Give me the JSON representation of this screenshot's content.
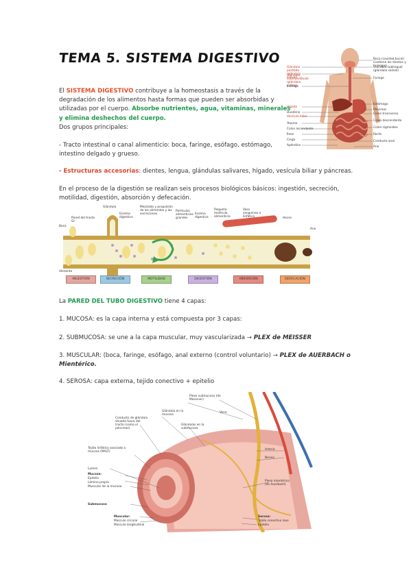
{
  "title": "TEMA 5. SISTEMA DIGESTIVO",
  "intro": {
    "p1_a": "El ",
    "p1_b": "SISTEMA DIGESTIVO",
    "p1_c": " contribuye a la homeostasis a través de la degradación de los alimentos hasta formas que pueden ser absorbidas y utilizadas por el cuerpo. ",
    "p1_d": "Absorbe nutrientes, agua, vitaminas, minerales y elimina deshechos del cuerpo.",
    "groups": "Dos grupos principales:",
    "g1": "- Tracto intestinal o canal alimenticio: boca, faringe, esófago, estómago, intestino delgado y grueso.",
    "g2_a": "- Estructuras accesorias",
    "g2_b": ": dientes, lengua, glándulas salivares, hígado, vesícula biliar y páncreas.",
    "proc": "En el proceso de la digestión se realizan seis procesos biológicos básicos: ingestión, secreción, motilidad, digestión, absorción y defecación."
  },
  "wall": {
    "a": "La ",
    "b": "PARED DEL TUBO DIGESTIVO",
    "c": " tiene 4 capas:",
    "l1": "1. MUCOSA: es la capa interna y está compuesta por 3 capas:",
    "l2_a": "2. SUBMUCOSA: se une a la capa muscular, muy vascularizada → ",
    "l2_b": "PLEX de MEISSER",
    "l3_a": "3. MUSCULAR: (boca, faringe, esófago, anal externo (control voluntario) → ",
    "l3_b": "PLEX de AUERBACH o Mientérico.",
    "l4": "4. SEROSA: capa externa, tejido conectivo + epitelio"
  },
  "process_diagram": {
    "labels_top": [
      "Boca",
      "Pared del tracto GI",
      "Glándula",
      "Enzima digestiva",
      "Mezclado y propulsión de los alimentos y las secreciones",
      "Partículas alimenticias grandes",
      "Enzima digestiva",
      "Pequeña molécula alimenticia",
      "Vaso sanguíneo o linfático",
      "Heces",
      "Ano"
    ],
    "label_food": "Alimento",
    "boxes": [
      {
        "label": "INGESTIÓN",
        "color": "#e7a6a0"
      },
      {
        "label": "SECRECIÓN",
        "color": "#9cc9e3"
      },
      {
        "label": "MOTILIDAD",
        "color": "#a8d08d"
      },
      {
        "label": "DIGESTIÓN",
        "color": "#c9b2df"
      },
      {
        "label": "ABSORCIÓN",
        "color": "#e58a7f"
      },
      {
        "label": "DEFECACIÓN",
        "color": "#f0a36a"
      }
    ]
  },
  "body_labels": {
    "right": [
      "Boca (cavidad bucal) Contiene los dientes y la lengua",
      "Glándula sublingual (glándula salival)",
      "Faringe",
      "Estómago",
      "Páncreas",
      "Colon transverso",
      "Colon descendente",
      "Colon sigmoideo",
      "Recto",
      "Conducto anal",
      "Ano"
    ],
    "left": [
      "Glándula parótida (glándula salival)",
      "Glándula submandibular (glándula salival)",
      "Esófago",
      "Hígado",
      "Duodeno",
      "Vesícula biliar",
      "Yeyuno",
      "Colon ascendente",
      "Íleon",
      "Ciego",
      "Apéndice"
    ]
  },
  "wall_diagram": {
    "labels": [
      "Plexo submucoso (de Meissner)",
      "Vena",
      "Glándula en la mucosa",
      "Glándulas en la submucosa",
      "Conducto de glándula situada fuera del tracto (como el páncreas)",
      "Tejido linfático asociado a mucosa (MALT)",
      "Lumen",
      "Arteria",
      "Nervio",
      "Plexo mientérico (de Auerbach)"
    ],
    "mucosa_title": "Mucosa:",
    "mucosa_items": [
      "Epitelio",
      "Lámina propia",
      "Muscular de la mucosa"
    ],
    "submucosa": "Submucosa",
    "muscular_title": "Muscular:",
    "muscular_items": [
      "Músculo circular",
      "Músculo longitudinal"
    ],
    "serosa_title": "Serosa:",
    "serosa_items": [
      "Tejido conectivo laxo",
      "Epitelio"
    ]
  }
}
